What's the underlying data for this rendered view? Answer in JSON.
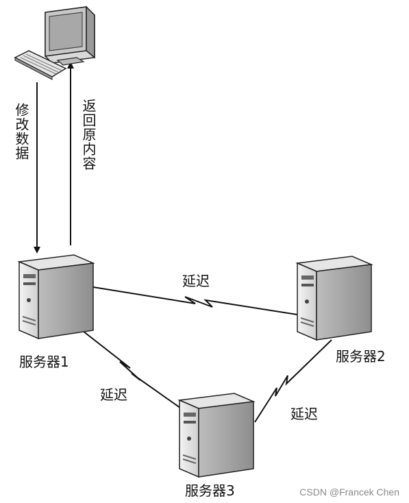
{
  "diagram": {
    "client": {
      "icon": "computer-icon",
      "keyboard_icon": "keyboard-icon"
    },
    "labels": {
      "modify_data": "修改数据",
      "return_original": "返回原内容"
    },
    "nodes": [
      {
        "id": "server1",
        "label": "服务器1",
        "icon": "server-icon"
      },
      {
        "id": "server2",
        "label": "服务器2",
        "icon": "server-icon"
      },
      {
        "id": "server3",
        "label": "服务器3",
        "icon": "server-icon"
      }
    ],
    "links": [
      {
        "from": "server1",
        "to": "server2",
        "label": "延迟"
      },
      {
        "from": "server1",
        "to": "server3",
        "label": "延迟"
      },
      {
        "from": "server2",
        "to": "server3",
        "label": "延迟"
      }
    ]
  },
  "watermark": "CSDN @Francek Chen"
}
